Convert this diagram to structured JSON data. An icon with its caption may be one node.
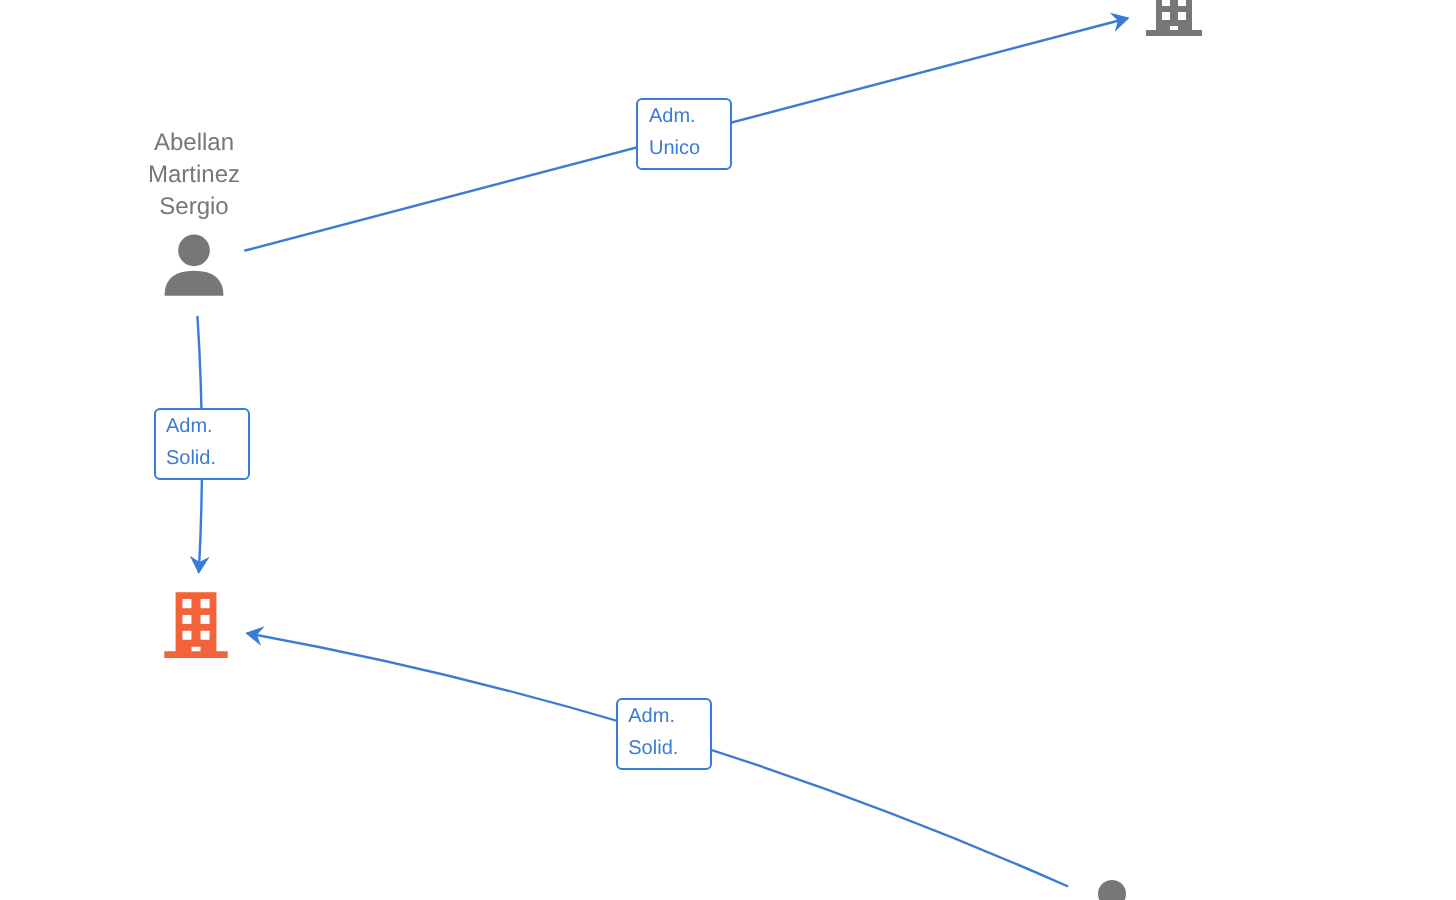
{
  "diagram": {
    "nodes": [
      {
        "text": [
          "Abellan Martinez Sergio"
        ]
      },
      {
        "text": [],
        "shape": "building"
      },
      {
        "text": [],
        "shape": "building"
      },
      {
        "text": [],
        "shape": "person"
      }
    ],
    "edges": [
      {
        "from": 0,
        "to": 1,
        "arrow": "to",
        "label": "Adm. Unico"
      },
      {
        "from": 0,
        "to": 2,
        "arrow": "to",
        "label": "Adm. Solid."
      },
      {
        "from": 3,
        "to": 2,
        "arrow": "to",
        "label": "Adm. Solid."
      }
    ]
  }
}
